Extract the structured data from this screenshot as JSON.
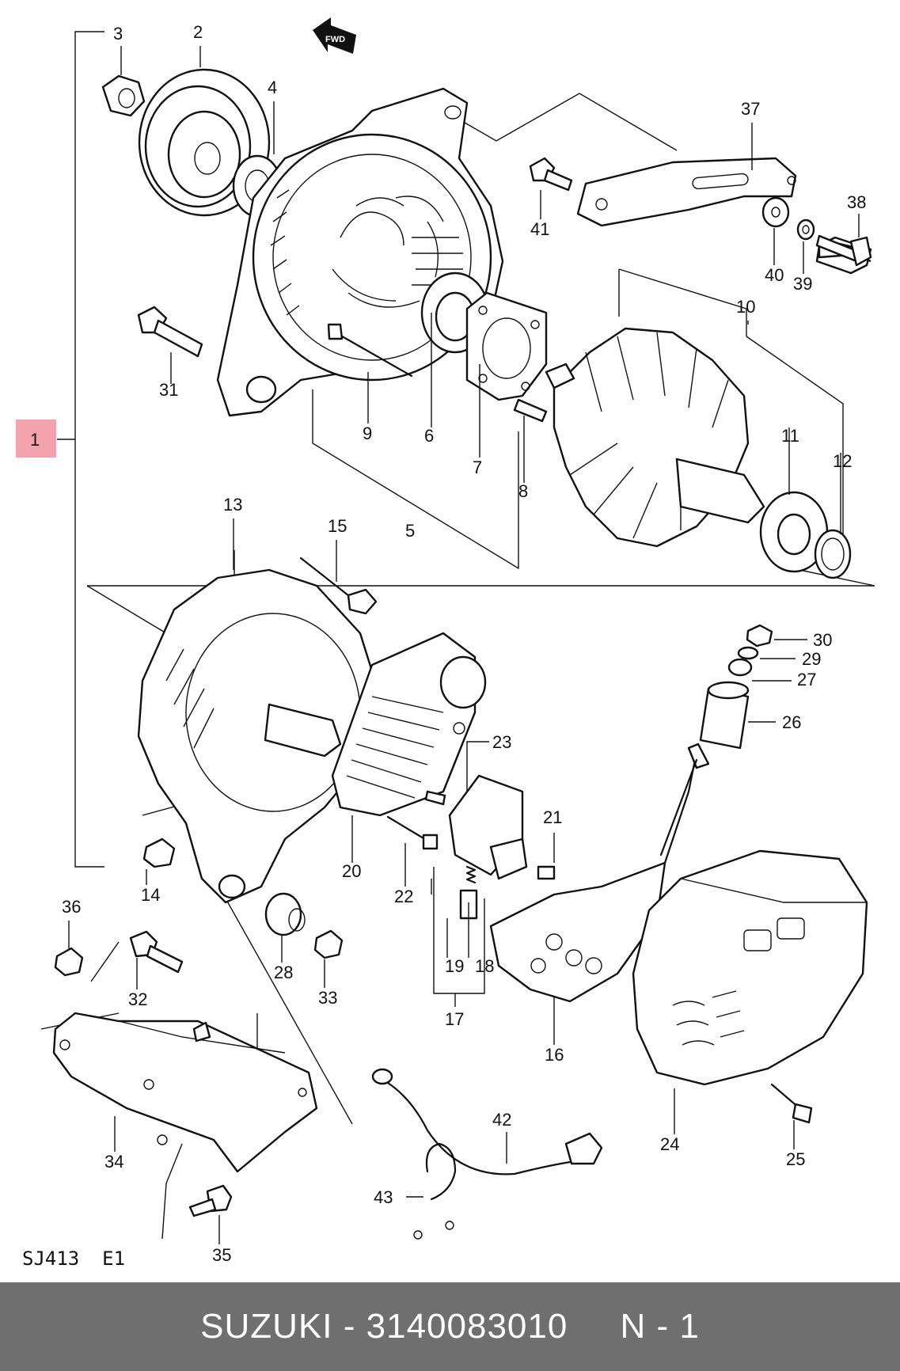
{
  "diagram": {
    "code": "SJ413  E1",
    "highlight_color": "#f4a3ad",
    "direction_icon": "fwd-arrow-icon",
    "callouts": {
      "c1": "1",
      "c2": "2",
      "c3": "3",
      "c4": "4",
      "c5": "5",
      "c6": "6",
      "c7": "7",
      "c8": "8",
      "c9": "9",
      "c10": "10",
      "c11": "11",
      "c12": "12",
      "c13": "13",
      "c14": "14",
      "c15": "15",
      "c16": "16",
      "c17": "17",
      "c18": "18",
      "c19": "19",
      "c20": "20",
      "c21": "21",
      "c22": "22",
      "c23": "23",
      "c24": "24",
      "c25": "25",
      "c26": "26",
      "c27": "27",
      "c28": "28",
      "c29": "29",
      "c30": "30",
      "c31": "31",
      "c32": "32",
      "c33": "33",
      "c34": "34",
      "c35": "35",
      "c36": "36",
      "c37": "37",
      "c38": "38",
      "c39": "39",
      "c40": "40",
      "c41": "41",
      "c42": "42",
      "c43": "43"
    }
  },
  "footer": {
    "text": "SUZUKI - 3140083010     N - 1",
    "background": "#6f6f6f"
  }
}
